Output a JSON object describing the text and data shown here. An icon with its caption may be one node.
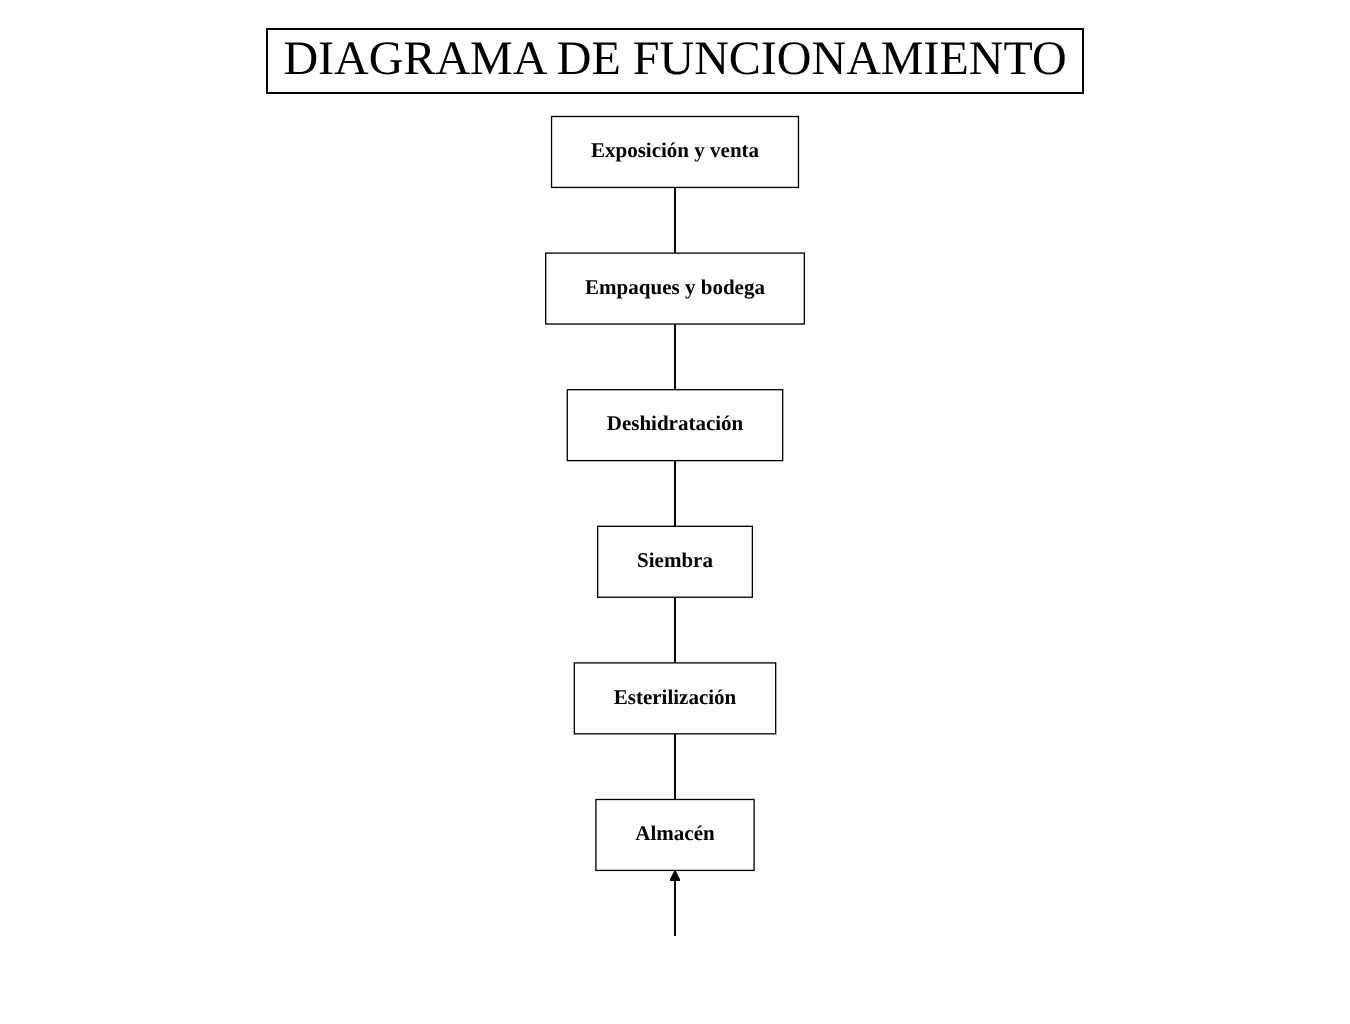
{
  "diagram": {
    "title": "DIAGRAMA DE FUNCIONAMIENTO",
    "nodes": [
      {
        "text": [
          "Exposición y venta"
        ]
      },
      {
        "text": [
          "Empaques y bodega"
        ]
      },
      {
        "text": [
          "Deshidratación"
        ]
      },
      {
        "text": [
          "Almacén"
        ]
      },
      {
        "text": [
          "Esterilización"
        ]
      },
      {
        "text": [
          "Siembra"
        ]
      }
    ],
    "edges": [
      {
        "from": null,
        "to": 3,
        "arrow": "to"
      },
      {
        "from": 3,
        "to": 4,
        "arrow": "none"
      },
      {
        "from": 4,
        "to": 5,
        "arrow": "none"
      },
      {
        "from": 5,
        "to": 2,
        "arrow": "none"
      },
      {
        "from": 2,
        "to": 1,
        "arrow": "none"
      },
      {
        "from": 1,
        "to": 0,
        "arrow": "none"
      }
    ]
  }
}
